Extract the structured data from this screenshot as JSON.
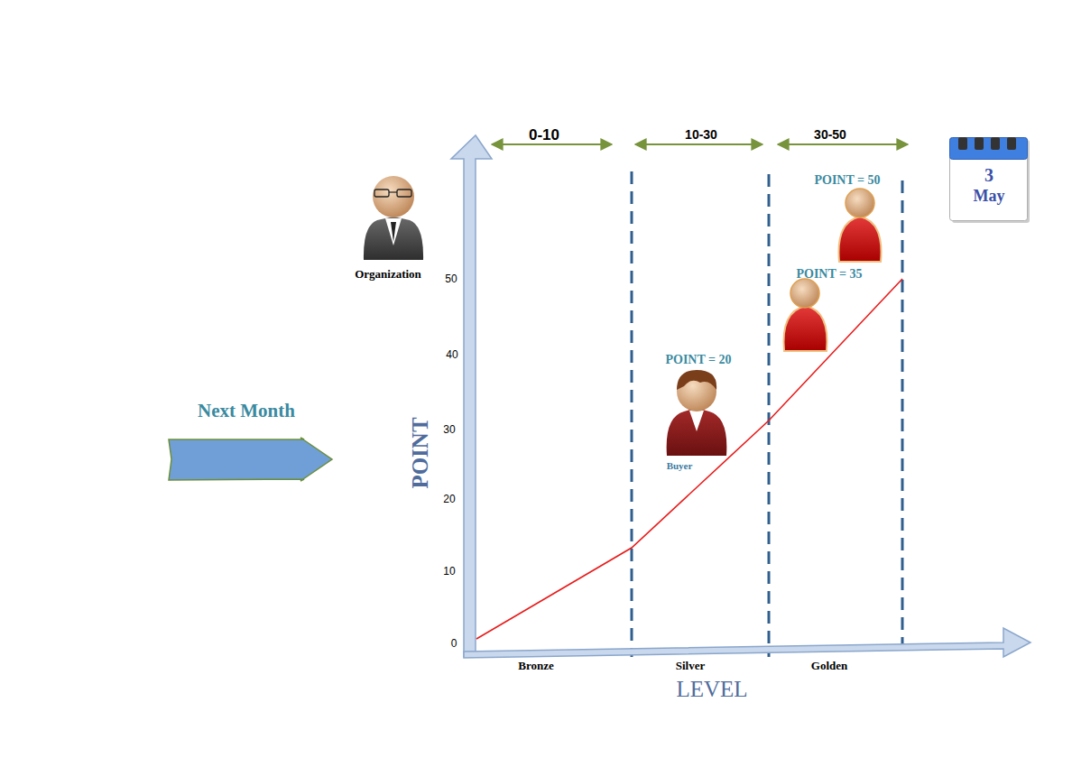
{
  "diagram": {
    "nodes": [
      {
        "text": [
          "3",
          "May"
        ]
      }
    ],
    "labels": [
      "0-10",
      "10-30",
      "30-50",
      "Organization",
      "50",
      "40",
      "30",
      "20",
      "10",
      "0",
      "POINT",
      "Next Month",
      "POINT = 50",
      "POINT = 35",
      "POINT = 20",
      "Buyer",
      "Bronze",
      "Silver",
      "Golden",
      "LEVEL"
    ]
  }
}
